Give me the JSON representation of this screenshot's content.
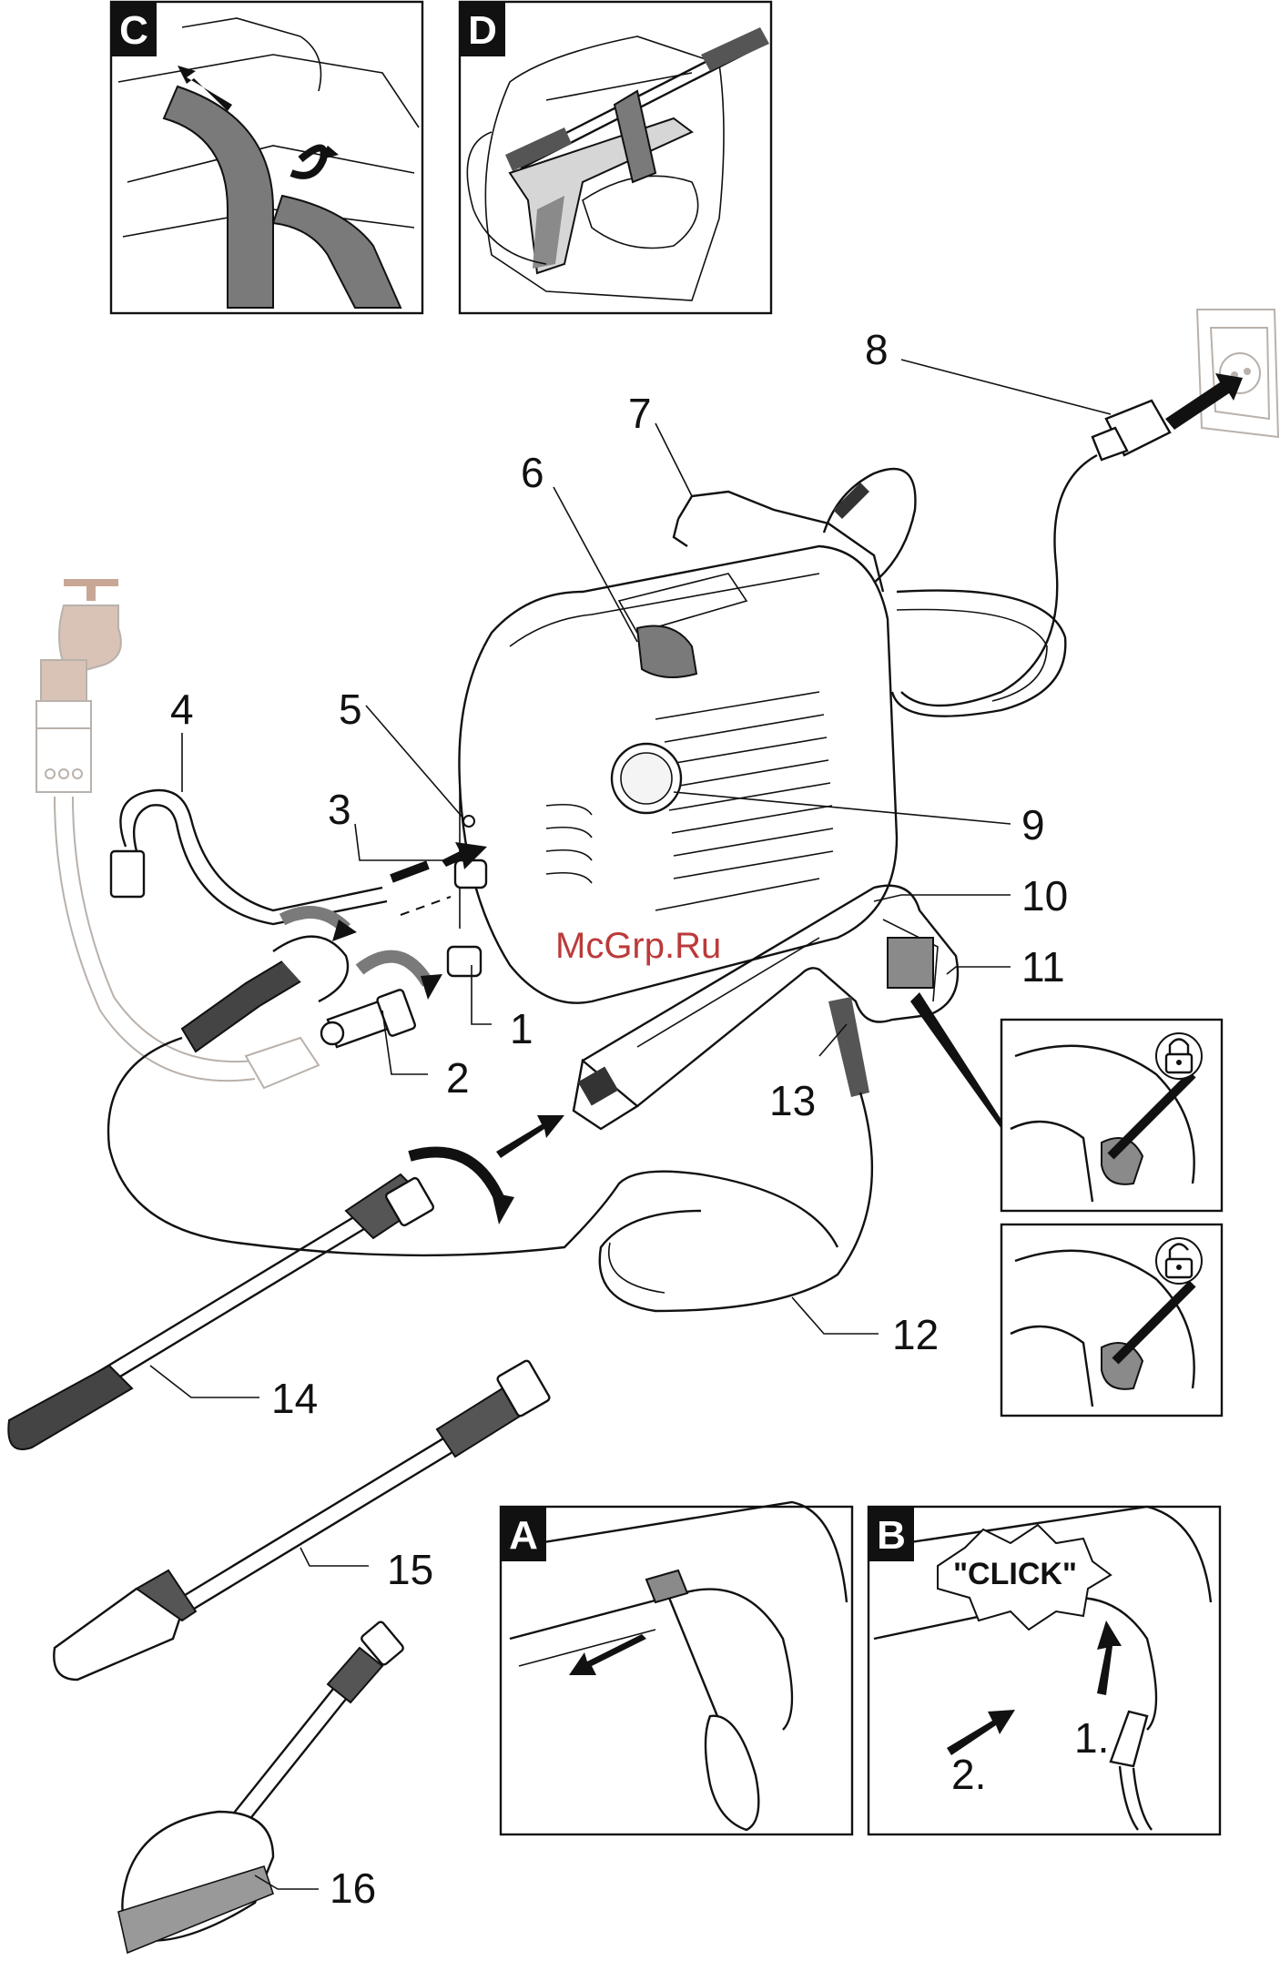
{
  "watermark": "McGrp.Ru",
  "panels": {
    "C": "C",
    "D": "D",
    "A": "A",
    "B": "B"
  },
  "click_label": "\"CLICK\"",
  "step_labels": [
    "1.",
    "2."
  ],
  "callouts": [
    "1",
    "2",
    "3",
    "4",
    "5",
    "6",
    "7",
    "8",
    "9",
    "10",
    "11",
    "12",
    "13",
    "14",
    "15",
    "16"
  ],
  "colors": {
    "strap": "#7a7a7a",
    "ghost_hose": "#b9b1ab",
    "tap": "#c8a796",
    "watermark": "#b01818"
  },
  "icons": [
    "lock-closed-icon",
    "lock-open-icon",
    "wall-socket-icon",
    "screwdriver-icon",
    "water-tap-icon"
  ]
}
